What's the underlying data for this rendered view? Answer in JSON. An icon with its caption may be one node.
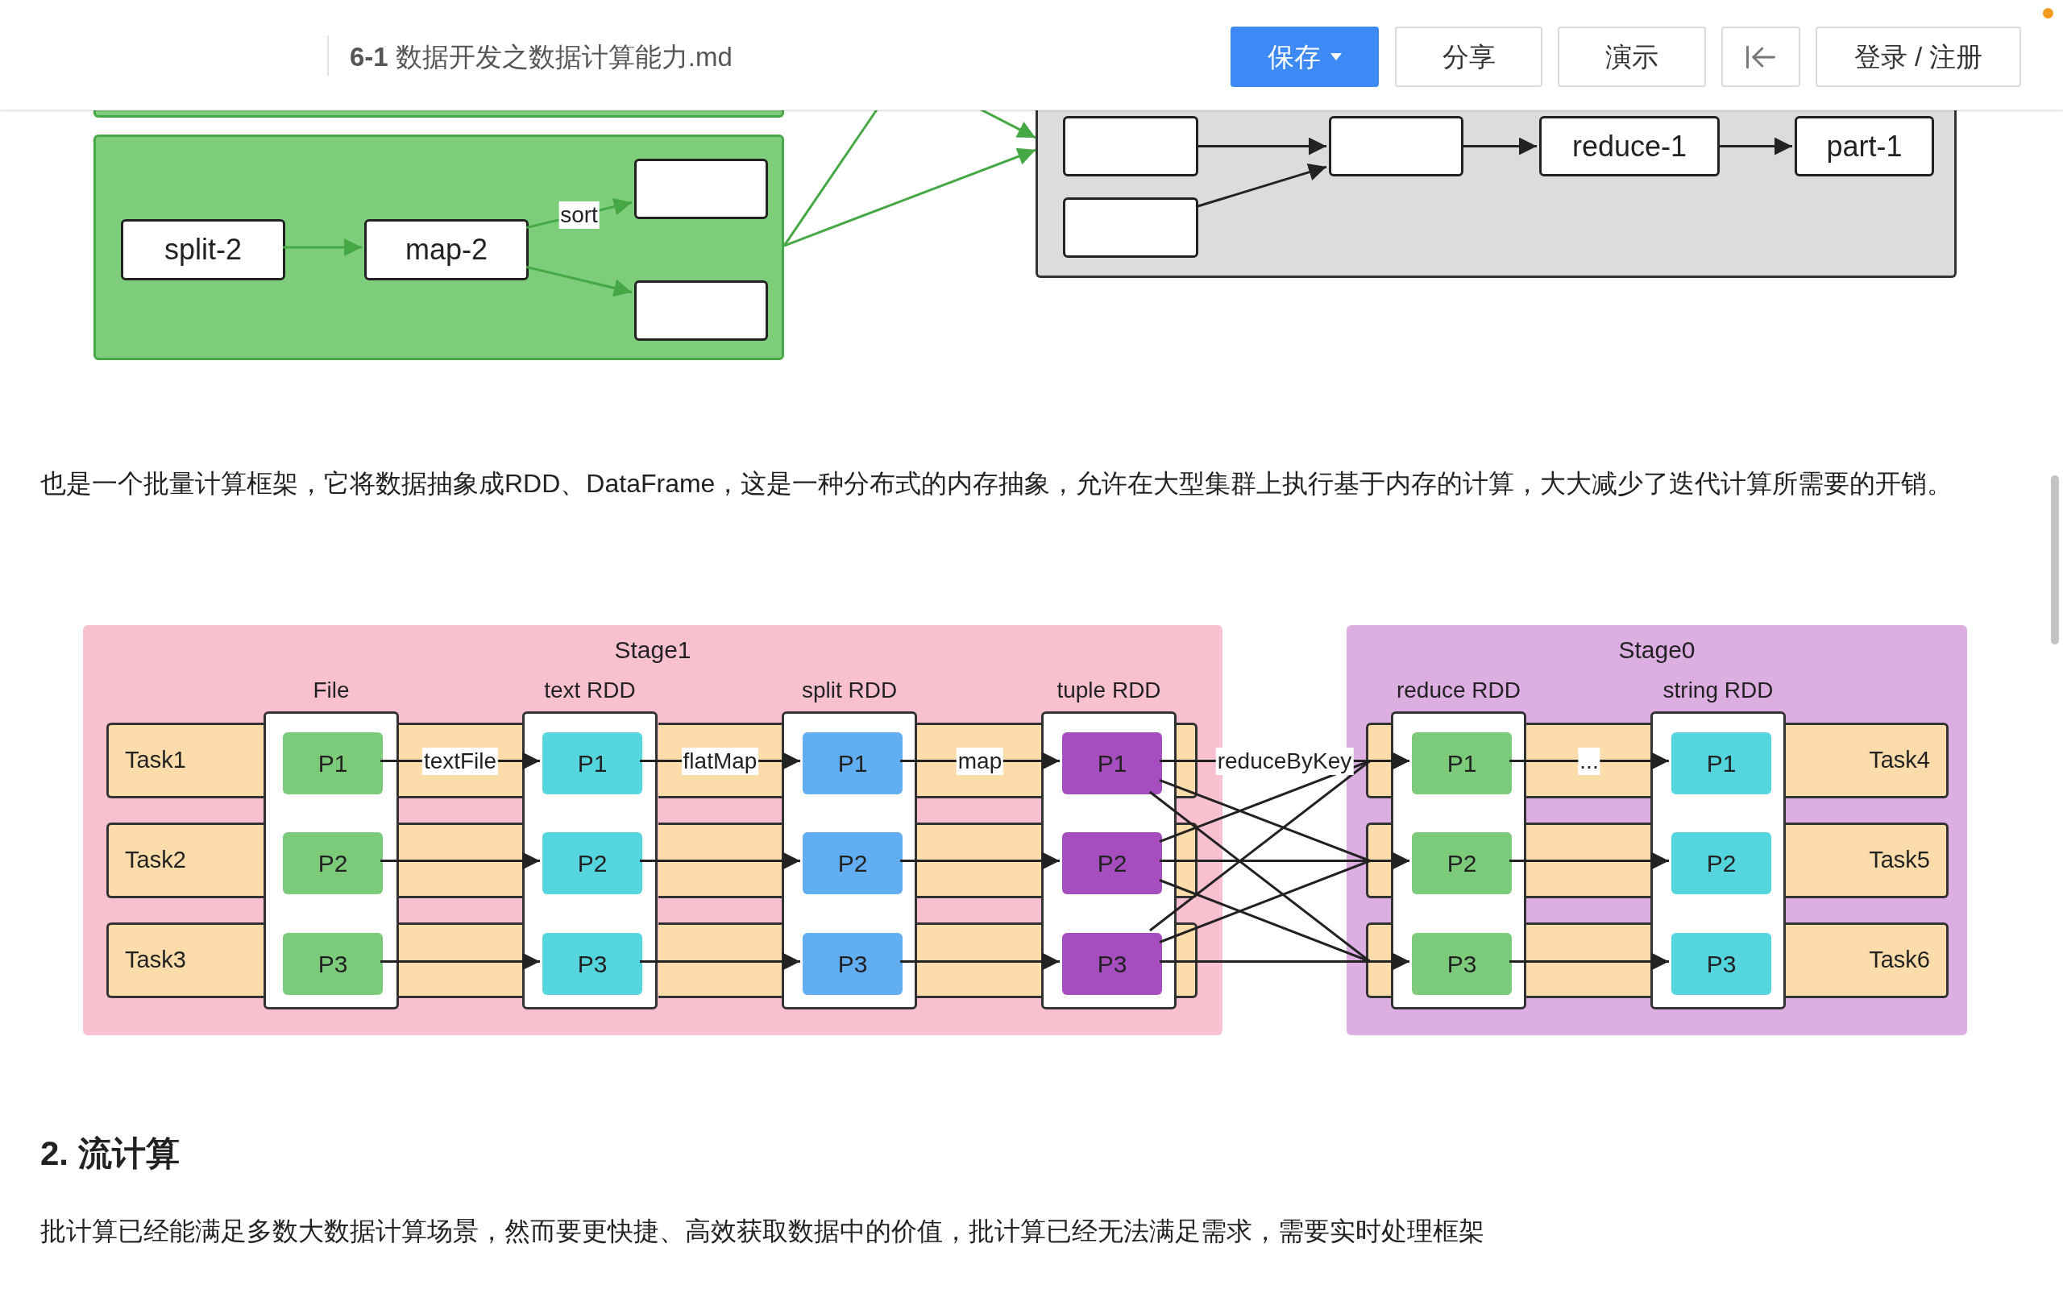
{
  "diagram": {
    "nodes": [
      {
        "text": [],
        "shape": "box"
      },
      {
        "text": [],
        "shape": "box"
      },
      {
        "text": [
          "split-2"
        ],
        "in": 1
      },
      {
        "text": [
          "map-2"
        ],
        "in": 1
      },
      {
        "text": [],
        "shape": "box",
        "in": 1
      },
      {
        "text": [],
        "shape": "box",
        "in": 1
      },
      {
        "text": [],
        "shape": "box"
      },
      {
        "text": [],
        "shape": "box",
        "in": 6
      },
      {
        "text": [],
        "shape": "box",
        "in": 6
      },
      {
        "text": [
          "reduce-1"
        ],
        "in": 6
      },
      {
        "text": [
          "part-1"
        ],
        "in": 6
      },
      {
        "text": [],
        "shape": "box",
        "in": 6
      },
      {
        "text": [
          "Stage1"
        ]
      },
      {
        "text": [
          "Stage0"
        ]
      },
      {
        "text": [
          "Task1"
        ],
        "in": 12
      },
      {
        "text": [
          "Task2"
        ],
        "in": 12
      },
      {
        "text": [
          "Task3"
        ],
        "in": 12
      },
      {
        "text": [
          "File"
        ],
        "in": 12
      },
      {
        "text": [
          "P1"
        ],
        "in": 17
      },
      {
        "text": [
          "P2"
        ],
        "in": 17
      },
      {
        "text": [
          "P3"
        ],
        "in": 17
      },
      {
        "text": [
          "text RDD"
        ],
        "in": 12
      },
      {
        "text": [
          "P1"
        ],
        "in": 21
      },
      {
        "text": [
          "P2"
        ],
        "in": 21
      },
      {
        "text": [
          "P3"
        ],
        "in": 21
      },
      {
        "text": [
          "split RDD"
        ],
        "in": 12
      },
      {
        "text": [
          "P1"
        ],
        "in": 25
      },
      {
        "text": [
          "P2"
        ],
        "in": 25
      },
      {
        "text": [
          "P3"
        ],
        "in": 25
      },
      {
        "text": [
          "tuple RDD"
        ],
        "in": 12
      },
      {
        "text": [
          "P1"
        ],
        "in": 29
      },
      {
        "text": [
          "P2"
        ],
        "in": 29
      },
      {
        "text": [
          "P3"
        ],
        "in": 29
      },
      {
        "text": [
          "Task4"
        ],
        "in": 13
      },
      {
        "text": [
          "Task5"
        ],
        "in": 13
      },
      {
        "text": [
          "Task6"
        ],
        "in": 13
      },
      {
        "text": [
          "reduce RDD"
        ],
        "in": 13
      },
      {
        "text": [
          "P1"
        ],
        "in": 36
      },
      {
        "text": [
          "P2"
        ],
        "in": 36
      },
      {
        "text": [
          "P3"
        ],
        "in": 36
      },
      {
        "text": [
          "string RDD"
        ],
        "in": 13
      },
      {
        "text": [
          "P1"
        ],
        "in": 40
      },
      {
        "text": [
          "P2"
        ],
        "in": 40
      },
      {
        "text": [
          "P3"
        ],
        "in": 40
      }
    ],
    "edges": [
      {
        "from": null,
        "to": 6,
        "arrow": "to",
        "color": "#45a845"
      },
      {
        "from": 1,
        "to": null,
        "arrow": "none",
        "color": "#45a845"
      },
      {
        "from": 1,
        "to": 6,
        "arrow": "to",
        "color": "#45a845"
      },
      {
        "from": 2,
        "to": 3,
        "arrow": "to",
        "color": "#45a845"
      },
      {
        "from": 3,
        "to": 4,
        "arrow": "to",
        "label": "sort",
        "color": "#45a845"
      },
      {
        "from": 3,
        "to": 5,
        "arrow": "to",
        "color": "#45a845"
      },
      {
        "from": 7,
        "to": 8,
        "arrow": "to"
      },
      {
        "from": 11,
        "to": 8,
        "arrow": "to"
      },
      {
        "from": 8,
        "to": 9,
        "arrow": "to"
      },
      {
        "from": 9,
        "to": 10,
        "arrow": "to"
      },
      {
        "from": 18,
        "to": 22,
        "arrow": "to",
        "label": "textFile"
      },
      {
        "from": 19,
        "to": 23,
        "arrow": "to"
      },
      {
        "from": 20,
        "to": 24,
        "arrow": "to"
      },
      {
        "from": 22,
        "to": 26,
        "arrow": "to",
        "label": "flatMap"
      },
      {
        "from": 23,
        "to": 27,
        "arrow": "to"
      },
      {
        "from": 24,
        "to": 28,
        "arrow": "to"
      },
      {
        "from": 26,
        "to": 30,
        "arrow": "to",
        "label": "map"
      },
      {
        "from": 27,
        "to": 31,
        "arrow": "to"
      },
      {
        "from": 28,
        "to": 32,
        "arrow": "to"
      },
      {
        "from": 30,
        "to": 37,
        "arrow": "to",
        "label": "reduceByKey"
      },
      {
        "from": 30,
        "to": 38,
        "arrow": "to"
      },
      {
        "from": 30,
        "to": 39,
        "arrow": "to"
      },
      {
        "from": 31,
        "to": 37,
        "arrow": "to"
      },
      {
        "from": 31,
        "to": 38,
        "arrow": "to"
      },
      {
        "from": 31,
        "to": 39,
        "arrow": "to"
      },
      {
        "from": 32,
        "to": 37,
        "arrow": "to"
      },
      {
        "from": 32,
        "to": 38,
        "arrow": "to"
      },
      {
        "from": 32,
        "to": 39,
        "arrow": "to"
      },
      {
        "from": 37,
        "to": 41,
        "arrow": "to",
        "label": "..."
      },
      {
        "from": 38,
        "to": 42,
        "arrow": "to"
      },
      {
        "from": 39,
        "to": 43,
        "arrow": "to"
      }
    ],
    "labels": [
      "**6-1** 数据开发之数据计算能力.md",
      "保存",
      "分享",
      "演示",
      "登录 / 注册",
      "也是一个批量计算框架，它将数据抽象成RDD、DataFrame，这是一种分布式的内存抽象，允许在大型集群上执行基于内存的计算，大大减少了迭代计算所需要的开销。",
      "2. 流计算",
      "批计算已经能满足多数大数据计算场景，然而要更快捷、高效获取数据中的价值，批计算已经无法满足需求，需要实时处理框架"
    ]
  }
}
